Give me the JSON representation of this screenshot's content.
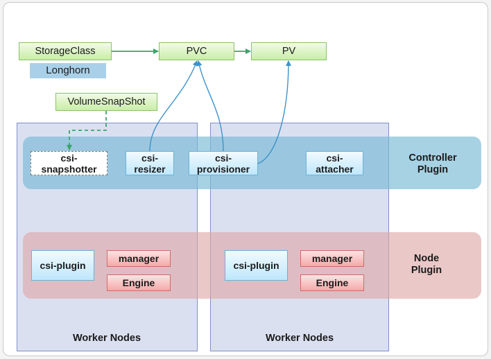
{
  "nodes": {
    "storageclass": "StorageClass",
    "longhorn": "Longhorn",
    "pvc": "PVC",
    "pv": "PV",
    "volumesnapshot": "VolumeSnapShot",
    "csi_snapshotter": "csi-\nsnapshotter",
    "csi_resizer": "csi-\nresizer",
    "csi_provisioner": "csi-\nprovisioner",
    "csi_attacher": "csi-\nattacher",
    "csi_plugin_left": "csi-plugin",
    "manager_left": "manager",
    "engine_left": "Engine",
    "csi_plugin_right": "csi-plugin",
    "manager_right": "manager",
    "engine_right": "Engine"
  },
  "labels": {
    "controller_plugin": "Controller\nPlugin",
    "node_plugin": "Node\nPlugin",
    "worker_nodes_left": "Worker Nodes",
    "worker_nodes_right": "Worker Nodes"
  },
  "colors": {
    "green_arrow": "#3aa56a",
    "blue_arrow": "#3d93c9",
    "dashed_arrow": "#3aa56a"
  }
}
